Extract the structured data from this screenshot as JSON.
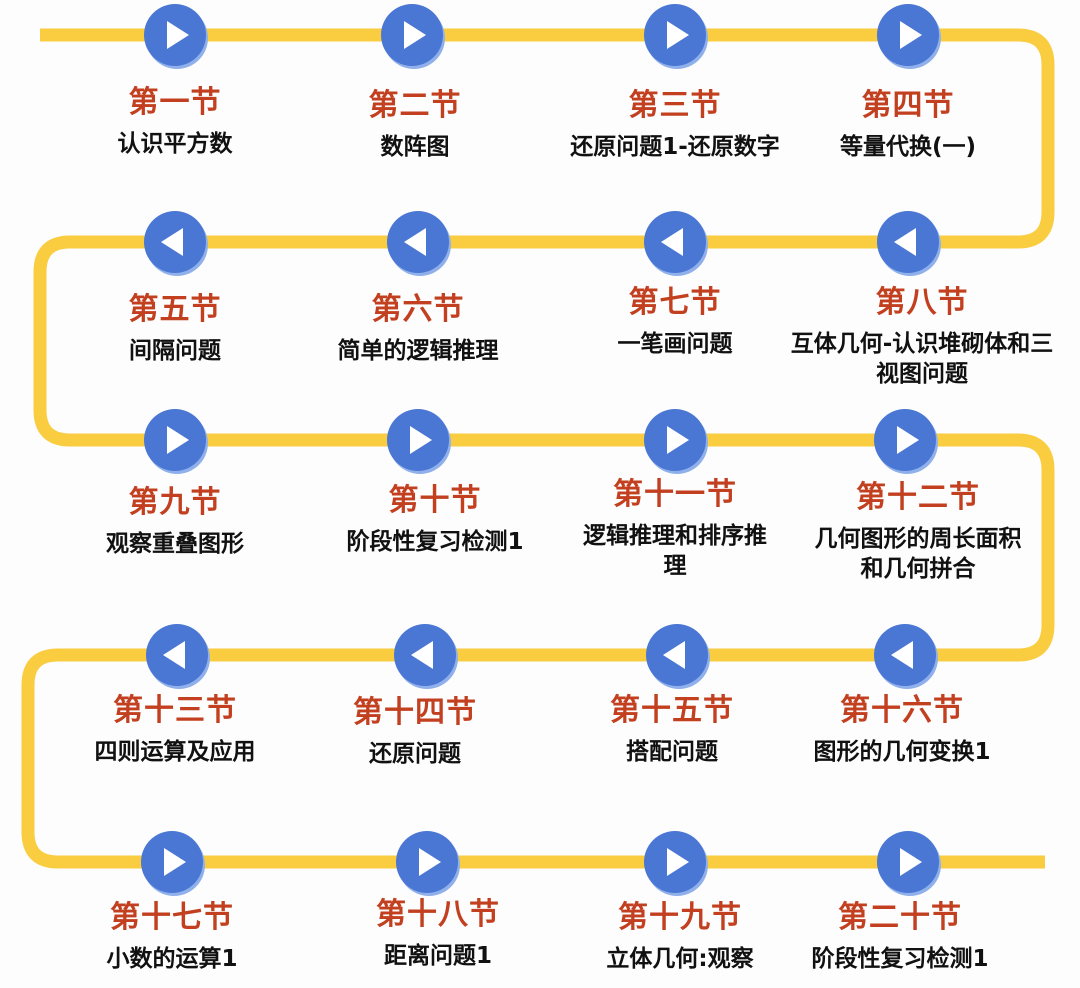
{
  "colors": {
    "path": "#f9cd3f",
    "button": "#4a77d4",
    "section": "#c2401f",
    "topic": "#111111"
  },
  "sections": [
    {
      "label": "第一节",
      "topic": "认识平方数",
      "icon": "play-right"
    },
    {
      "label": "第二节",
      "topic": "数阵图",
      "icon": "play-right"
    },
    {
      "label": "第三节",
      "topic": "还原问题1-还原数字",
      "icon": "play-right"
    },
    {
      "label": "第四节",
      "topic": "等量代换(一)",
      "icon": "play-right"
    },
    {
      "label": "第五节",
      "topic": "间隔问题",
      "icon": "play-left"
    },
    {
      "label": "第六节",
      "topic": "简单的逻辑推理",
      "icon": "play-left"
    },
    {
      "label": "第七节",
      "topic": "一笔画问题",
      "icon": "play-left"
    },
    {
      "label": "第八节",
      "topic": "互体几何-认识堆砌体和三视图问题",
      "icon": "play-left"
    },
    {
      "label": "第九节",
      "topic": "观察重叠图形",
      "icon": "play-right"
    },
    {
      "label": "第十节",
      "topic": "阶段性复习检测1",
      "icon": "play-right"
    },
    {
      "label": "第十一节",
      "topic": "逻辑推理和排序推理",
      "icon": "play-right"
    },
    {
      "label": "第十二节",
      "topic": "几何图形的周长面积和几何拼合",
      "icon": "play-right"
    },
    {
      "label": "第十三节",
      "topic": "四则运算及应用",
      "icon": "play-left"
    },
    {
      "label": "第十四节",
      "topic": "还原问题",
      "icon": "play-left"
    },
    {
      "label": "第十五节",
      "topic": "搭配问题",
      "icon": "play-left"
    },
    {
      "label": "第十六节",
      "topic": "图形的几何变换1",
      "icon": "play-left"
    },
    {
      "label": "第十七节",
      "topic": "小数的运算1",
      "icon": "play-right"
    },
    {
      "label": "第十八节",
      "topic": "距离问题1",
      "icon": "play-right"
    },
    {
      "label": "第十九节",
      "topic": "立体几何:观察",
      "icon": "play-right"
    },
    {
      "label": "第二十节",
      "topic": "阶段性复习检测1",
      "icon": "play-right"
    }
  ]
}
